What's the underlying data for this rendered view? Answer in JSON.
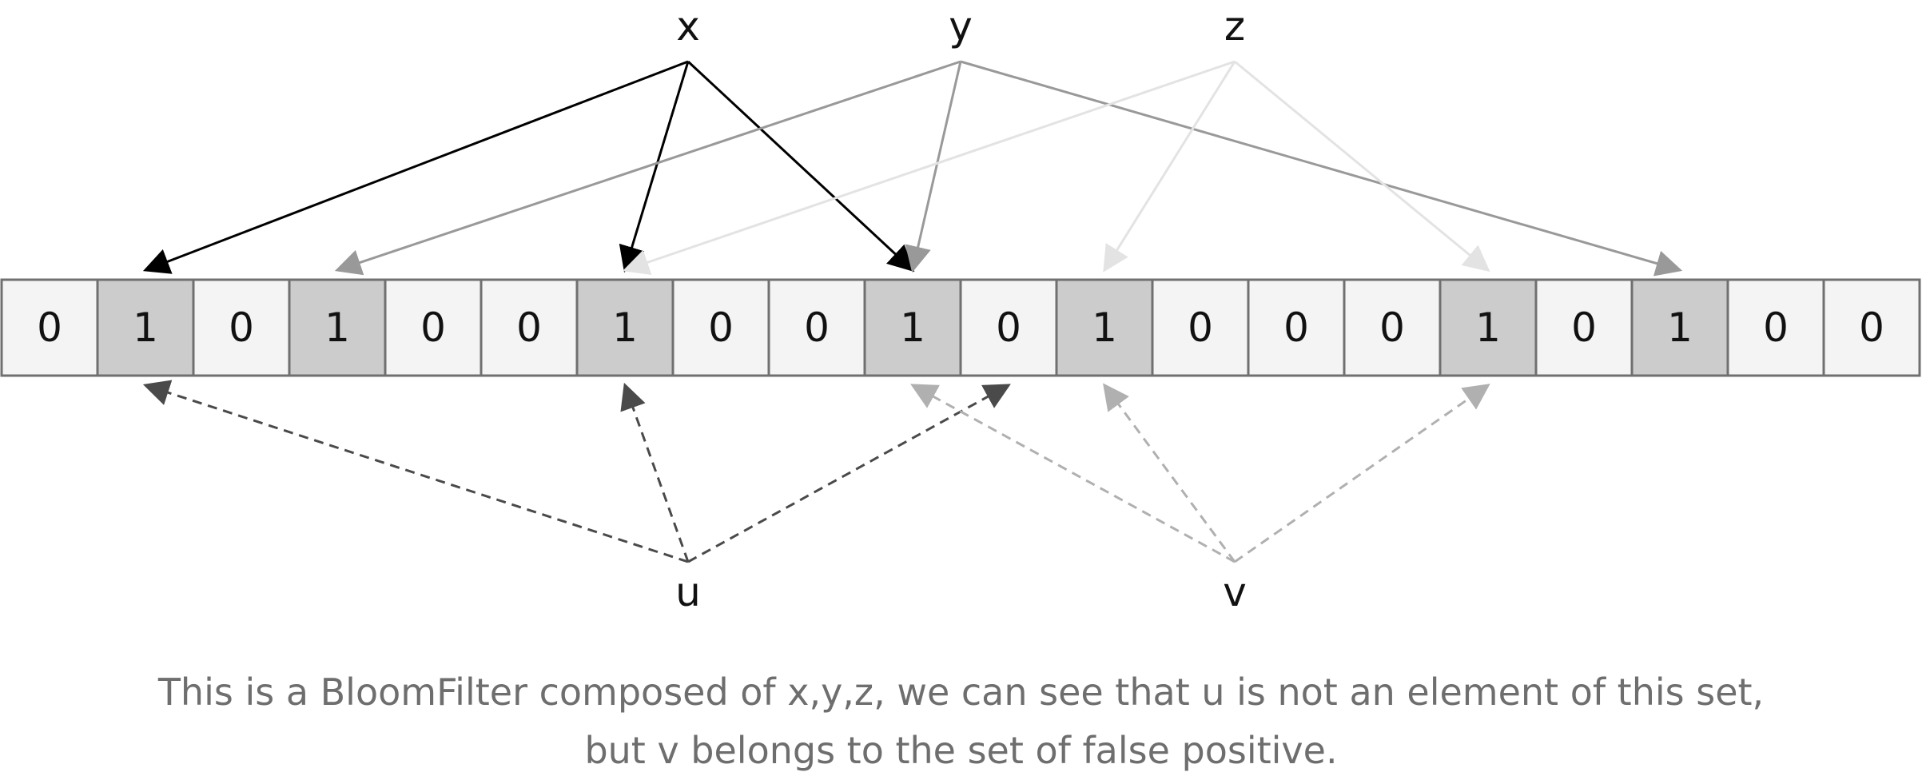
{
  "elements": {
    "x": {
      "label": "x",
      "targets": [
        1,
        6,
        9
      ],
      "color": "#000000",
      "dashed": false
    },
    "y": {
      "label": "y",
      "targets": [
        3,
        9,
        17
      ],
      "color": "#999999",
      "dashed": false
    },
    "z": {
      "label": "z",
      "targets": [
        6,
        11,
        15
      ],
      "color": "#e3e3e3",
      "dashed": false
    },
    "u": {
      "label": "u",
      "targets": [
        1,
        6,
        10
      ],
      "color": "#4a4a4a",
      "dashed": true
    },
    "v": {
      "label": "v",
      "targets": [
        9,
        11,
        15
      ],
      "color": "#b0b0b0",
      "dashed": true
    }
  },
  "bit_array": [
    "0",
    "1",
    "0",
    "1",
    "0",
    "0",
    "1",
    "0",
    "0",
    "1",
    "0",
    "1",
    "0",
    "0",
    "0",
    "1",
    "0",
    "1",
    "0",
    "0"
  ],
  "colors": {
    "set_cell": "#cccccc",
    "unset_cell": "#f4f4f4",
    "cell_border": "#707070",
    "caption_text": "#6e6e6e"
  },
  "caption": {
    "line1": "This is a BloomFilter composed of x,y,z, we can see that u is not an element of this set,",
    "line2": "but v belongs to the set of false positive."
  }
}
